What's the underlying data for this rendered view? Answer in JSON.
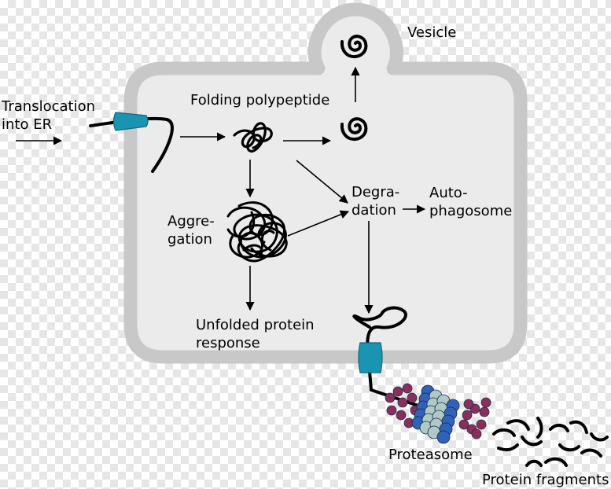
{
  "labels": {
    "translocation": [
      "Translocation",
      "into ER"
    ],
    "folding": "Folding polypeptide",
    "vesicle": "Vesicle",
    "aggregation": [
      "Aggre-",
      "gation"
    ],
    "degradation": [
      "Degra-",
      "dation"
    ],
    "autophagosome": [
      "Auto-",
      "phagosome"
    ],
    "upr": [
      "Unfolded protein",
      "response"
    ],
    "proteasome": "Proteasome",
    "fragments": "Protein fragments"
  },
  "colors": {
    "er_fill": "#ebebeb",
    "er_border": "#c8c8c8",
    "channel": "#1a94b0",
    "proteasome_blue": "#2f62b8",
    "proteasome_light": "#aec9c6",
    "proteasome_cap": "#8a2f5c"
  }
}
